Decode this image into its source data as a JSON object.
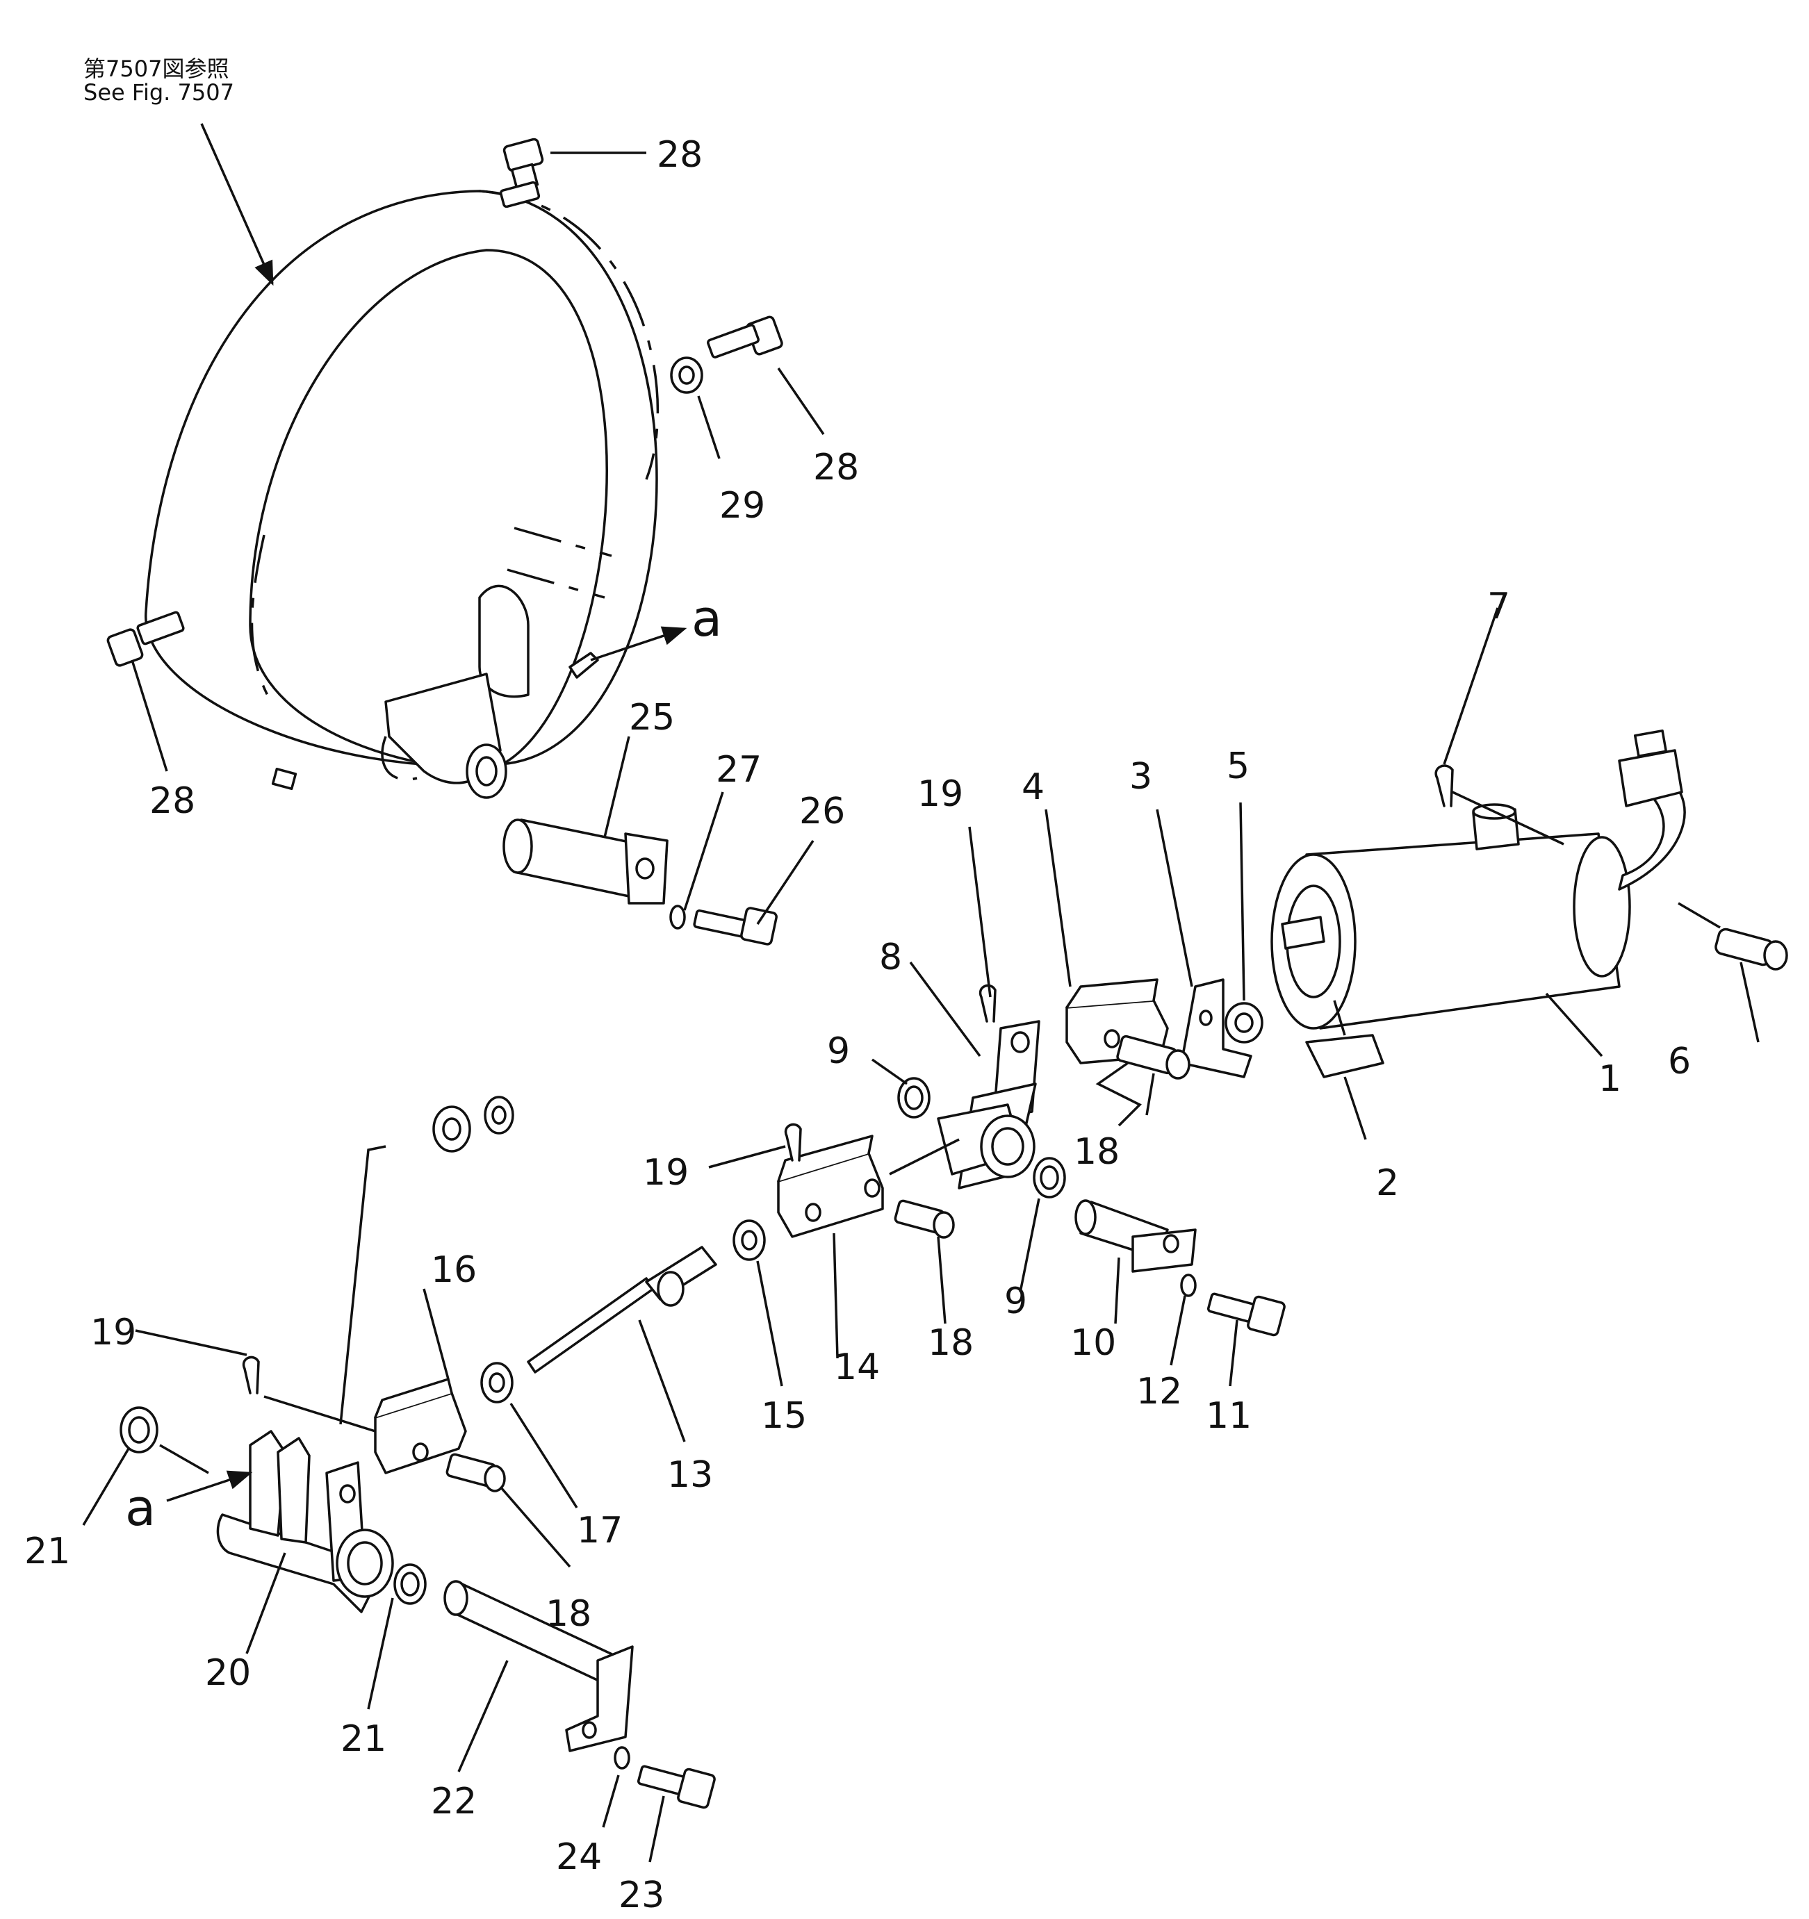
{
  "figure_reference": {
    "japanese": "第7507図参照",
    "english": "See Fig. 7507"
  },
  "callouts": [
    "1",
    "2",
    "3",
    "4",
    "5",
    "6",
    "7",
    "8",
    "9",
    "9",
    "10",
    "11",
    "12",
    "13",
    "14",
    "15",
    "16",
    "17",
    "18",
    "18",
    "18",
    "18",
    "19",
    "19",
    "19",
    "20",
    "21",
    "21",
    "22",
    "23",
    "24",
    "25",
    "26",
    "27",
    "28",
    "28",
    "28",
    "28",
    "29"
  ],
  "section_markers": [
    "a",
    "a"
  ]
}
